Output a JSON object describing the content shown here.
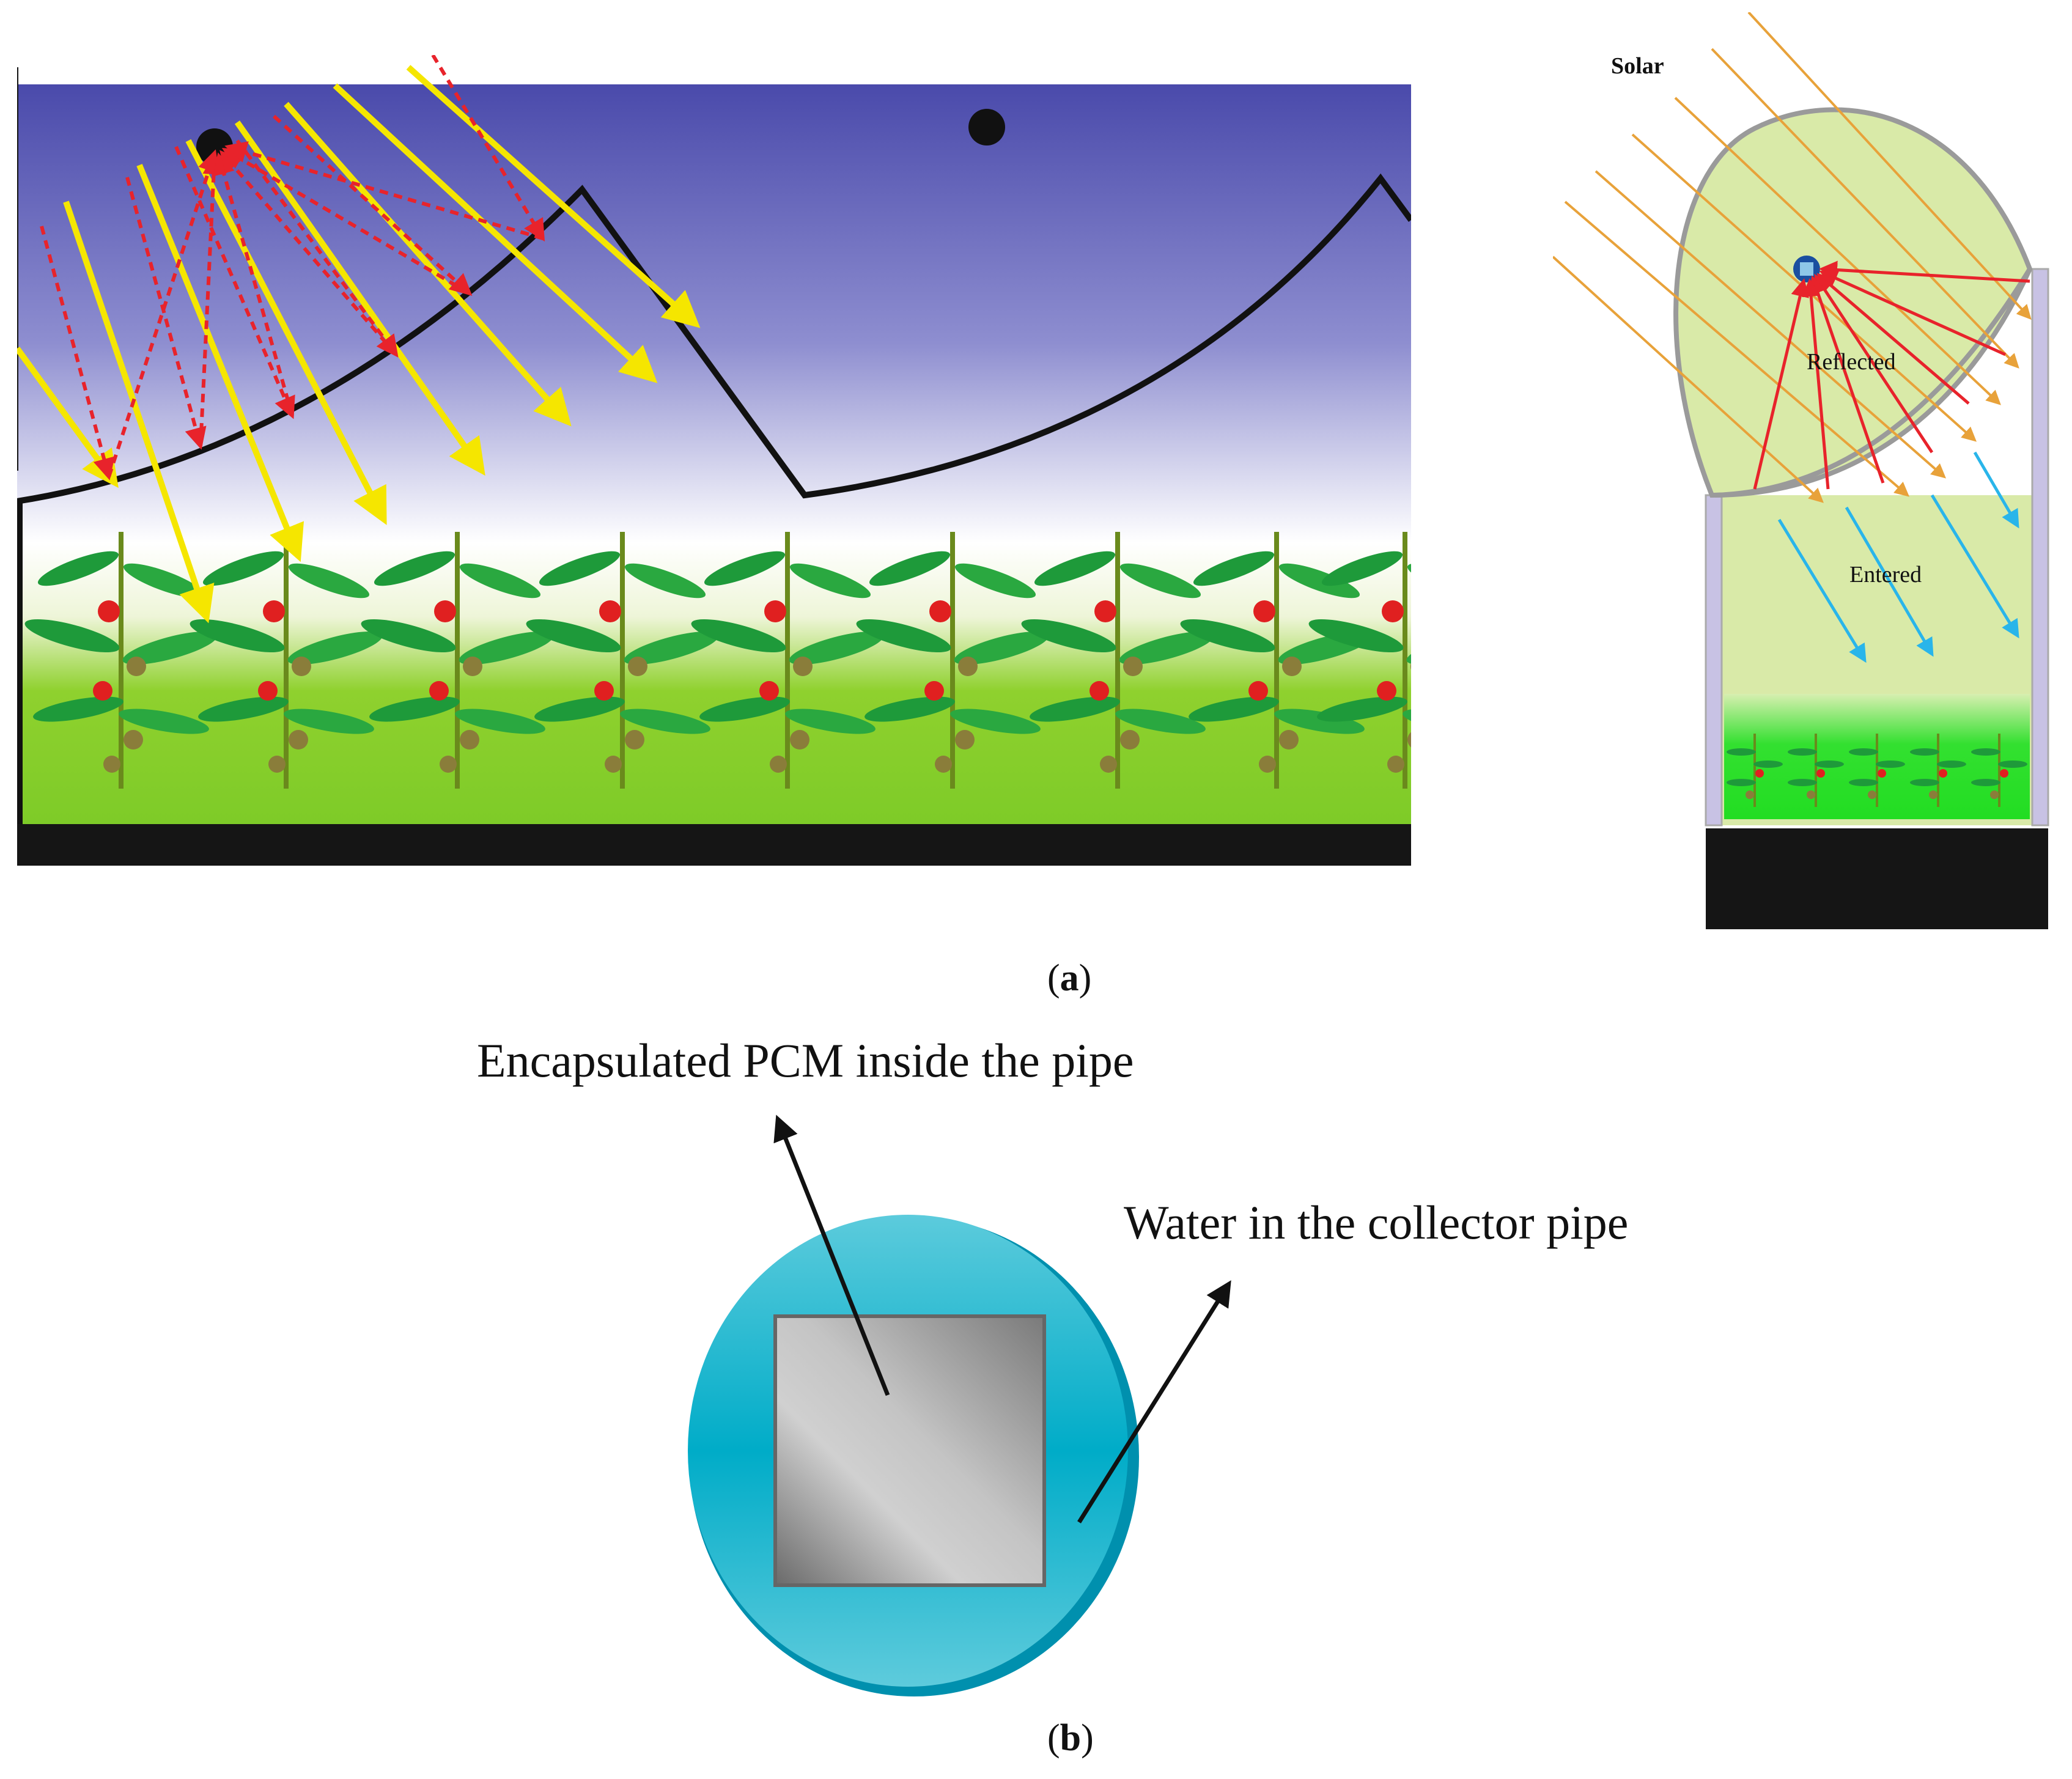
{
  "panel_a": {
    "left_diagram": {
      "sky_colors": [
        "#4f4fae",
        "#ffffff"
      ],
      "ground_color": "#7ecb28"
    },
    "right_diagram": {
      "label_solar": "Solar",
      "label_reflected": "Reflected",
      "label_entered": "Entered"
    },
    "caption_open": "(",
    "caption_letter": "a",
    "caption_close": ")"
  },
  "panel_b": {
    "label_pcm": "Encapsulated PCM inside the pipe",
    "label_water": "Water in the collector pipe",
    "pipe_color": "#00b0cc",
    "pcm_color": "#bdbdbd",
    "caption_open": "(",
    "caption_letter": "b",
    "caption_close": ")"
  },
  "colors": {
    "solar_ray": "#f5e600",
    "reflected_ray": "#e8232b",
    "orange_ray": "#e8a23a",
    "entered_ray": "#29b5ea"
  }
}
